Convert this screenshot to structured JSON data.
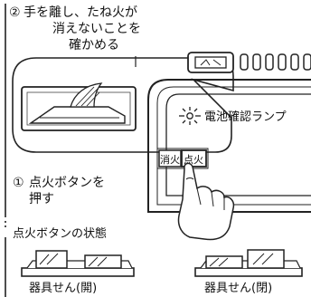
{
  "step2": {
    "number": "②",
    "line1": "手を離し、たね火が",
    "line2": "消えないことを",
    "line3": "確かめる"
  },
  "step1": {
    "number": "①",
    "line1": "点火ボタンを",
    "line2": "押す"
  },
  "battery_lamp_label": "電池確認ランプ",
  "buttons": {
    "shoka": "消火",
    "tenka": "点火"
  },
  "state_section": {
    "title": "点火ボタンの状態",
    "left_caption": "器具せん(開)",
    "right_caption": "器具せん(閉)"
  }
}
